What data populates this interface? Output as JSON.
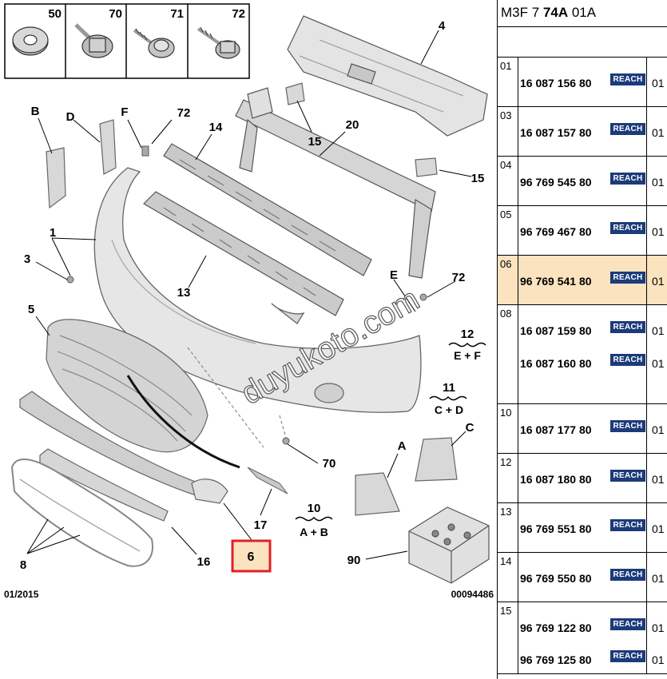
{
  "header": {
    "prefix": "M3F 7 ",
    "bold": "74A",
    "suffix": " 01A"
  },
  "reach_label": "REACH",
  "accent": "#fbe3bf",
  "reach_color": "#1c3b7a",
  "highlight_color": "#e0202a",
  "rows": [
    {
      "num": "01",
      "parts": [
        {
          "code": "16 087 156 80",
          "qty": "01"
        }
      ]
    },
    {
      "num": "03",
      "parts": [
        {
          "code": "16 087 157 80",
          "qty": "01"
        }
      ]
    },
    {
      "num": "04",
      "parts": [
        {
          "code": "96 769 545 80",
          "qty": "01"
        }
      ]
    },
    {
      "num": "05",
      "parts": [
        {
          "code": "96 769 467 80",
          "qty": "01"
        }
      ]
    },
    {
      "num": "06",
      "selected": true,
      "parts": [
        {
          "code": "96 769 541 80",
          "qty": "01"
        }
      ]
    },
    {
      "num": "08",
      "parts": [
        {
          "code": "16 087 159 80",
          "qty": "01"
        },
        {
          "code": "16 087 160 80",
          "qty": "01"
        }
      ]
    },
    {
      "num": "10",
      "parts": [
        {
          "code": "16 087 177 80",
          "qty": "01"
        }
      ]
    },
    {
      "num": "12",
      "parts": [
        {
          "code": "16 087 180 80",
          "qty": "01"
        }
      ]
    },
    {
      "num": "13",
      "parts": [
        {
          "code": "96 769 551 80",
          "qty": "01"
        }
      ]
    },
    {
      "num": "14",
      "parts": [
        {
          "code": "96 769 550 80",
          "qty": "01"
        }
      ]
    },
    {
      "num": "15",
      "parts": [
        {
          "code": "96 769 122 80",
          "qty": "01"
        },
        {
          "code": "96 769 125 80",
          "qty": "01"
        }
      ]
    }
  ],
  "fasteners": [
    {
      "label": "50",
      "icon": "washer-icon"
    },
    {
      "label": "70",
      "icon": "bolt-washer-icon"
    },
    {
      "label": "71",
      "icon": "screw-icon"
    },
    {
      "label": "72",
      "icon": "bolt-icon"
    }
  ],
  "labels": {
    "l4": "4",
    "l20": "20",
    "l14": "14",
    "l15a": "15",
    "l15b": "15",
    "lB": "B",
    "lD": "D",
    "lF": "F",
    "l72a": "72",
    "l72b": "72",
    "l1": "1",
    "l3": "3",
    "l13": "13",
    "l5": "5",
    "lE": "E",
    "l12": "12",
    "l12sub": "E + F",
    "l11": "11",
    "l11sub": "C + D",
    "lA": "A",
    "lC": "C",
    "l70": "70",
    "l10": "10",
    "l10sub": "A + B",
    "l17": "17",
    "l16": "16",
    "l8": "8",
    "l6": "6",
    "l90": "90"
  },
  "date": "01/2015",
  "ref": "00094486",
  "watermark": "duyukoto.com"
}
